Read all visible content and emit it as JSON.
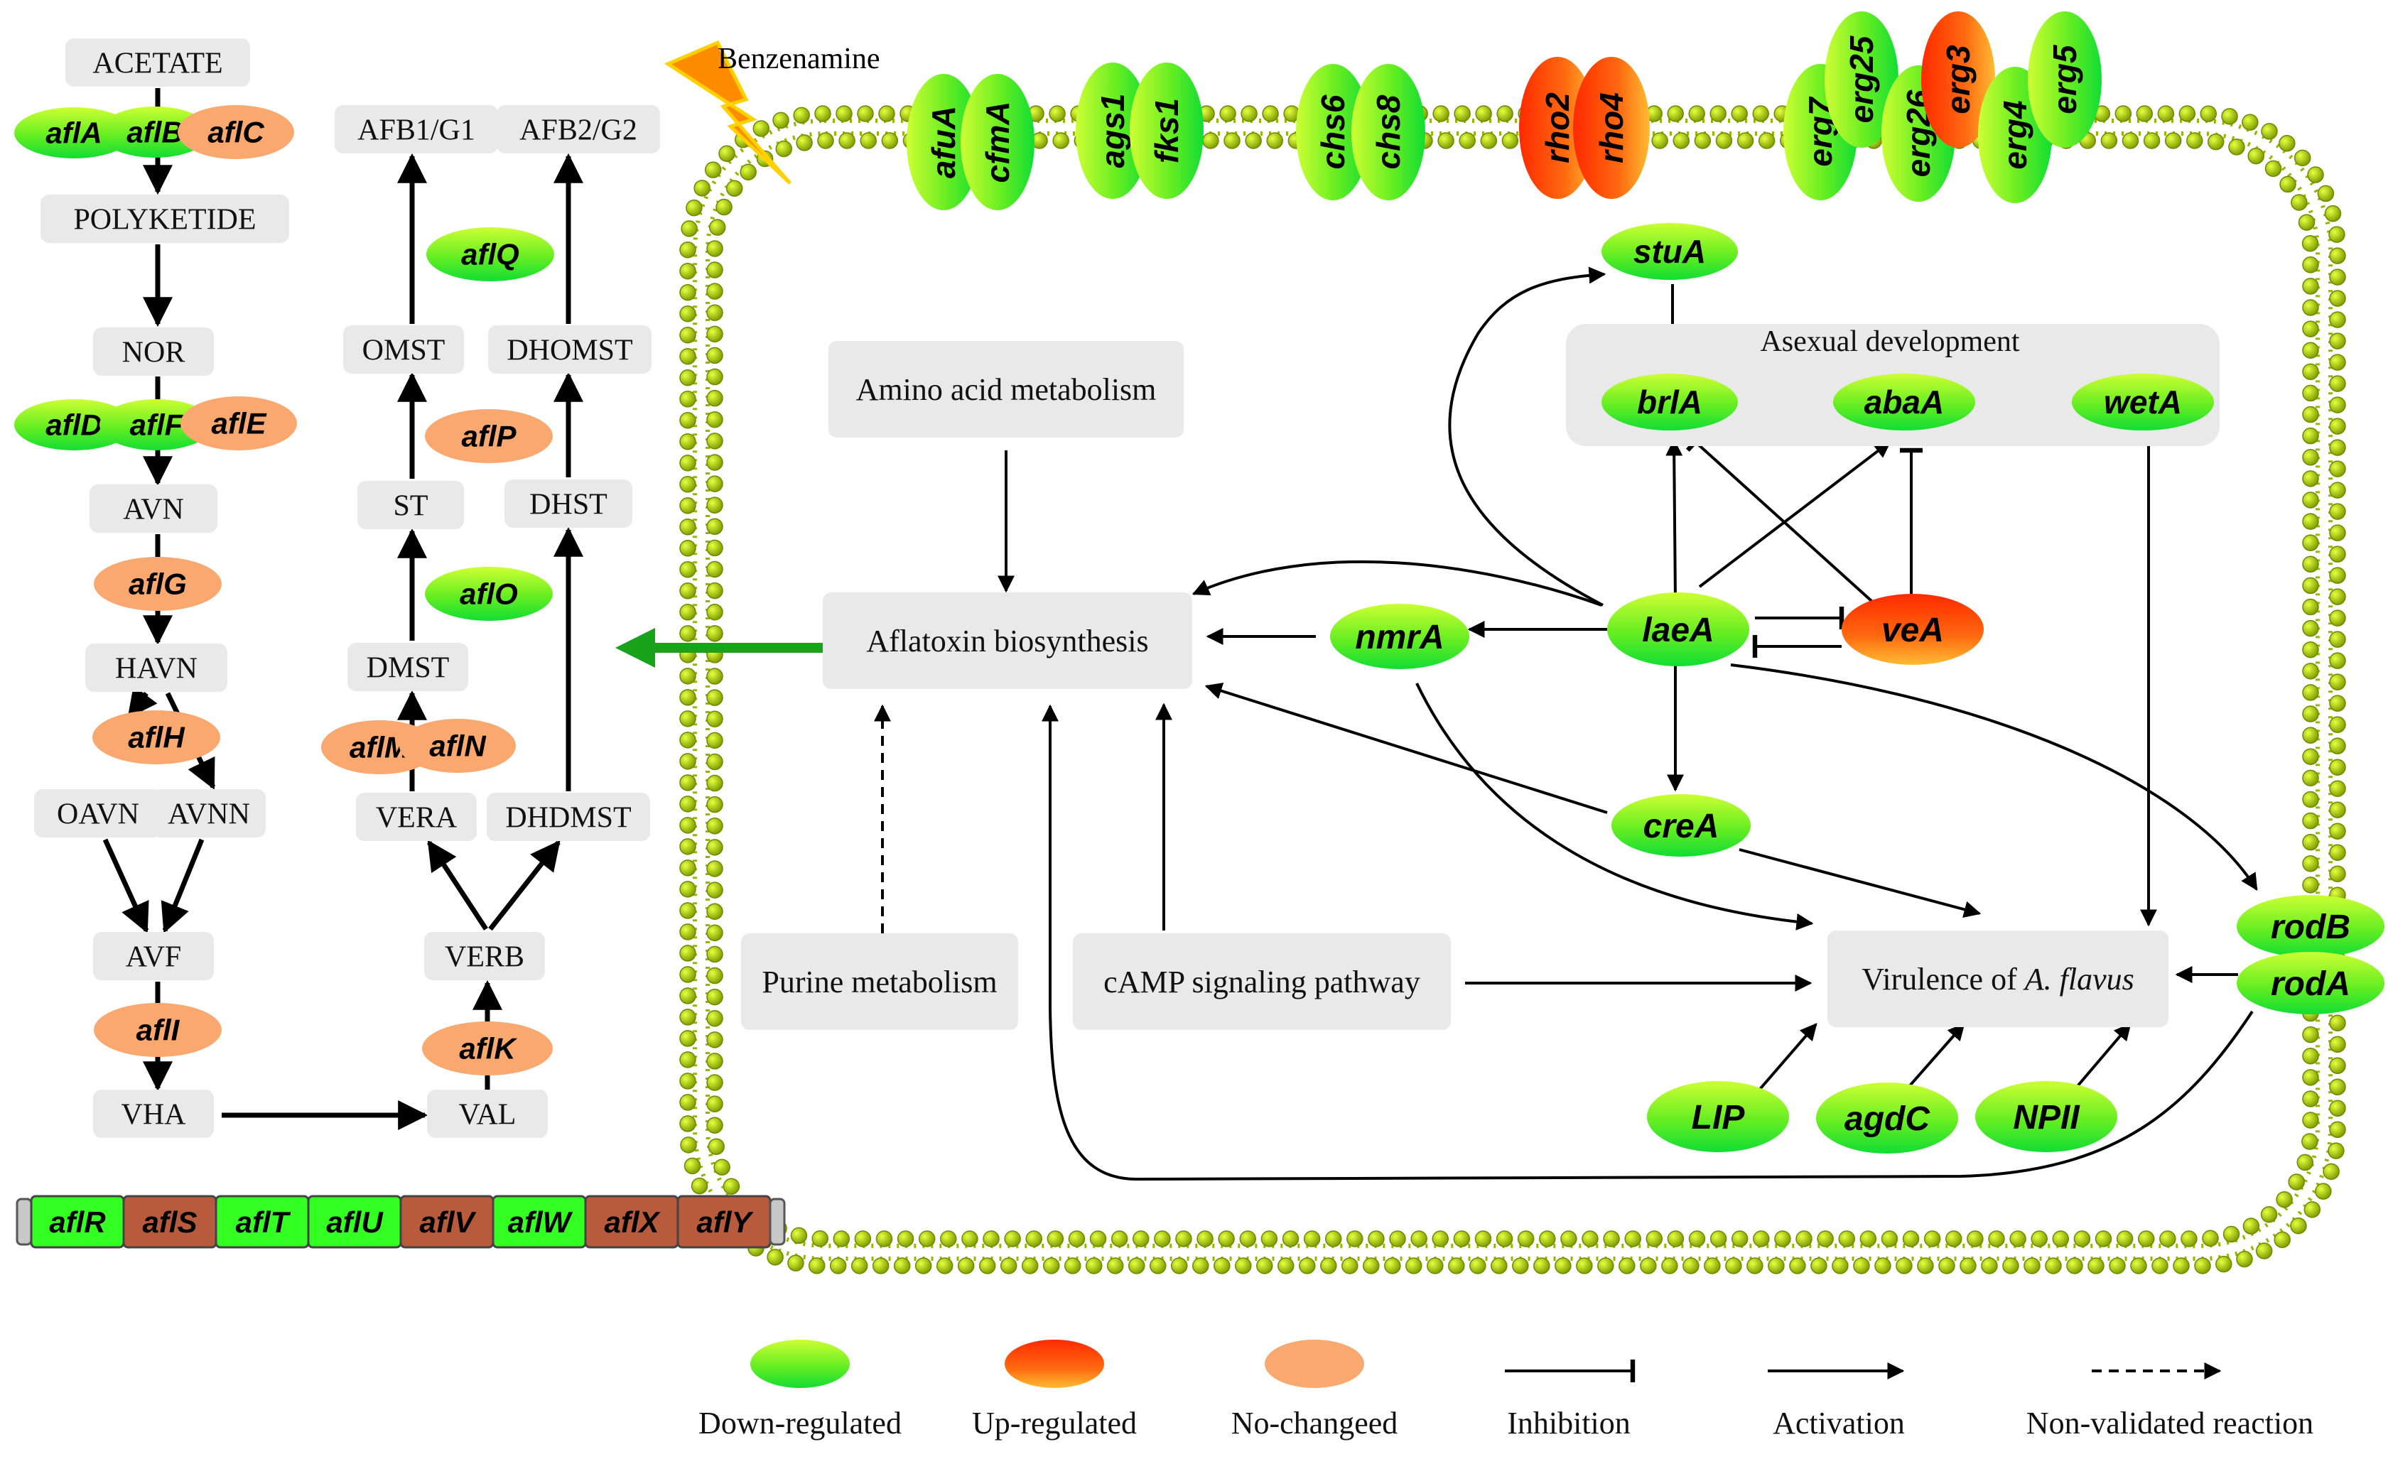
{
  "stressor": "Benzenamine",
  "pathway": {
    "metabolites": [
      "ACETATE",
      "POLYKETIDE",
      "NOR",
      "AVN",
      "HAVN",
      "OAVN",
      "AVNN",
      "AVF",
      "VHA",
      "VAL",
      "VERB",
      "VERA",
      "DHDMST",
      "DMST",
      "DHST",
      "ST",
      "OMST",
      "DHOMST",
      "AFB1/G1",
      "AFB2/G2"
    ],
    "genes": [
      {
        "label": "aflA",
        "status": "down"
      },
      {
        "label": "aflB",
        "status": "down"
      },
      {
        "label": "aflC",
        "status": "nochange"
      },
      {
        "label": "aflD",
        "status": "down"
      },
      {
        "label": "aflF",
        "status": "down"
      },
      {
        "label": "aflE",
        "status": "nochange"
      },
      {
        "label": "aflG",
        "status": "nochange"
      },
      {
        "label": "aflH",
        "status": "nochange"
      },
      {
        "label": "aflI",
        "status": "nochange"
      },
      {
        "label": "aflK",
        "status": "nochange"
      },
      {
        "label": "aflM",
        "status": "nochange"
      },
      {
        "label": "aflN",
        "status": "nochange"
      },
      {
        "label": "aflO",
        "status": "down"
      },
      {
        "label": "aflP",
        "status": "nochange"
      },
      {
        "label": "aflQ",
        "status": "down"
      }
    ]
  },
  "cluster": [
    {
      "label": "aflR",
      "status": "down"
    },
    {
      "label": "aflS",
      "status": "brown"
    },
    {
      "label": "aflT",
      "status": "down"
    },
    {
      "label": "aflU",
      "status": "down"
    },
    {
      "label": "aflV",
      "status": "brown"
    },
    {
      "label": "aflW",
      "status": "down"
    },
    {
      "label": "aflX",
      "status": "brown"
    },
    {
      "label": "aflY",
      "status": "brown"
    }
  ],
  "membrane_genes": [
    {
      "label": "afuA",
      "status": "down"
    },
    {
      "label": "cfmA",
      "status": "down"
    },
    {
      "label": "ags1",
      "status": "down"
    },
    {
      "label": "fks1",
      "status": "down"
    },
    {
      "label": "chs6",
      "status": "down"
    },
    {
      "label": "chs8",
      "status": "down"
    },
    {
      "label": "rho2",
      "status": "up"
    },
    {
      "label": "rho4",
      "status": "up"
    },
    {
      "label": "erg7",
      "status": "down"
    },
    {
      "label": "erg25",
      "status": "down"
    },
    {
      "label": "erg26",
      "status": "down"
    },
    {
      "label": "erg3",
      "status": "up"
    },
    {
      "label": "erg4",
      "status": "down"
    },
    {
      "label": "erg5",
      "status": "down"
    }
  ],
  "processes": {
    "amino_acid": "Amino acid metabolism",
    "aflatoxin": "Aflatoxin biosynthesis",
    "purine": "Purine metabolism",
    "camp": "cAMP signaling pathway",
    "virulence_prefix": "Virulence of ",
    "virulence_species": "A. flavus",
    "asexual": "Asexual development"
  },
  "regulators": [
    {
      "label": "stuA",
      "status": "down"
    },
    {
      "label": "brlA",
      "status": "down"
    },
    {
      "label": "abaA",
      "status": "down"
    },
    {
      "label": "wetA",
      "status": "down"
    },
    {
      "label": "laeA",
      "status": "down"
    },
    {
      "label": "veA",
      "status": "up"
    },
    {
      "label": "nmrA",
      "status": "down"
    },
    {
      "label": "creA",
      "status": "down"
    },
    {
      "label": "rodB",
      "status": "down"
    },
    {
      "label": "rodA",
      "status": "down"
    },
    {
      "label": "LIP",
      "status": "down"
    },
    {
      "label": "agdC",
      "status": "down"
    },
    {
      "label": "NPII",
      "status": "down"
    }
  ],
  "legend": [
    {
      "label": "Down-regulated",
      "kind": "down"
    },
    {
      "label": "Up-regulated",
      "kind": "up"
    },
    {
      "label": "No-changeed",
      "kind": "nochange"
    },
    {
      "label": "Inhibition",
      "kind": "inhibit"
    },
    {
      "label": "Activation",
      "kind": "activate"
    },
    {
      "label": "Non-validated reaction",
      "kind": "dashed"
    }
  ],
  "colors": {
    "green": "#22ee22",
    "yellow_green": "#ccff33",
    "red": "#ff2a00",
    "orange": "#ff9922",
    "nochange": "#f9a870",
    "brown": "#b85a3c",
    "box": "#e9e9e9",
    "membrane": "#99b800",
    "arrow_green": "#1aa31a"
  }
}
